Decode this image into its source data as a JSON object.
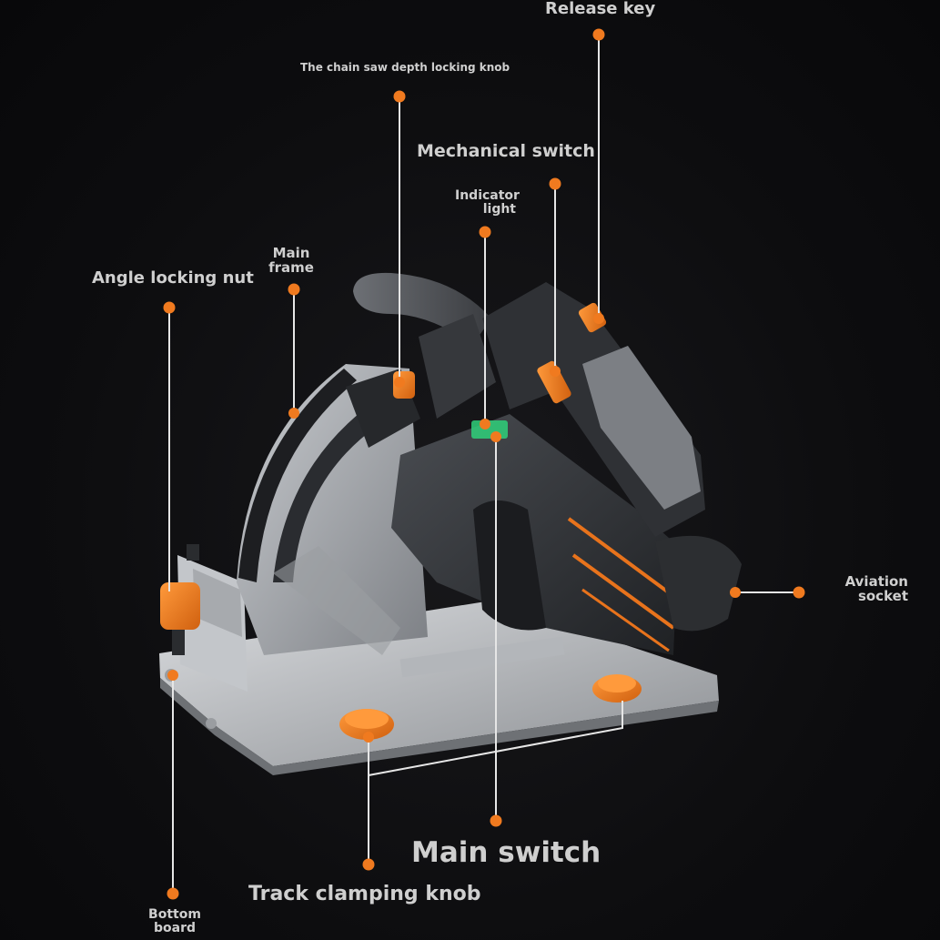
{
  "labels": {
    "release_key": "Release key",
    "depth_knob": "The chain saw depth locking knob",
    "mechanical_switch": "Mechanical switch",
    "indicator_light_1": "Indicator",
    "indicator_light_2": "light",
    "main_frame_1": "Main",
    "main_frame_2": "frame",
    "angle_nut": "Angle locking nut",
    "aviation_1": "Aviation",
    "aviation_2": "socket",
    "main_switch": "Main switch",
    "track_knob": "Track clamping knob",
    "bottom_1": "Bottom",
    "bottom_2": "board"
  },
  "colors": {
    "background": "#0c0c0e",
    "label_text": "#cfcfcf",
    "leader_line": "#e6e6e6",
    "marker": "#f07a1f",
    "body_dark": "#2d2f33",
    "body_grey": "#8f9296",
    "accent_orange": "#e8731c",
    "indicator_green": "#2fd07a"
  }
}
